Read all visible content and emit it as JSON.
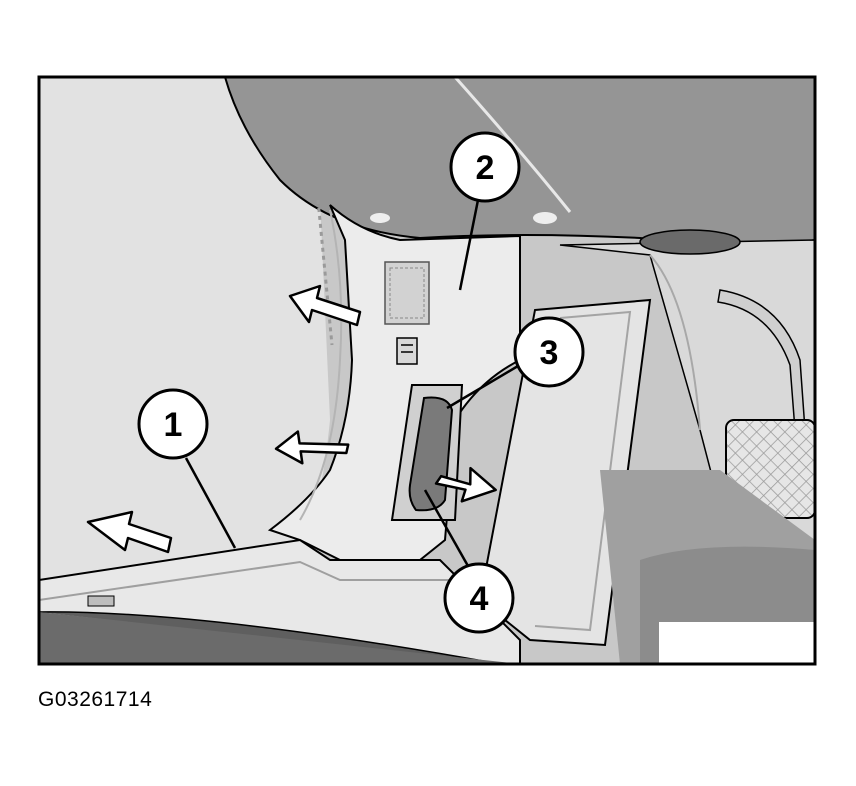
{
  "figure_id": "G03261714",
  "callouts": [
    {
      "label": "1"
    },
    {
      "label": "2"
    },
    {
      "label": "3"
    },
    {
      "label": "4"
    }
  ],
  "colors": {
    "frame": "#000000",
    "dash": "#c8c8c8",
    "trim_light": "#efefef",
    "trim_mid": "#dcdcdc",
    "trim_dark": "#a8a8a8",
    "floor": "#6e6e6e"
  }
}
